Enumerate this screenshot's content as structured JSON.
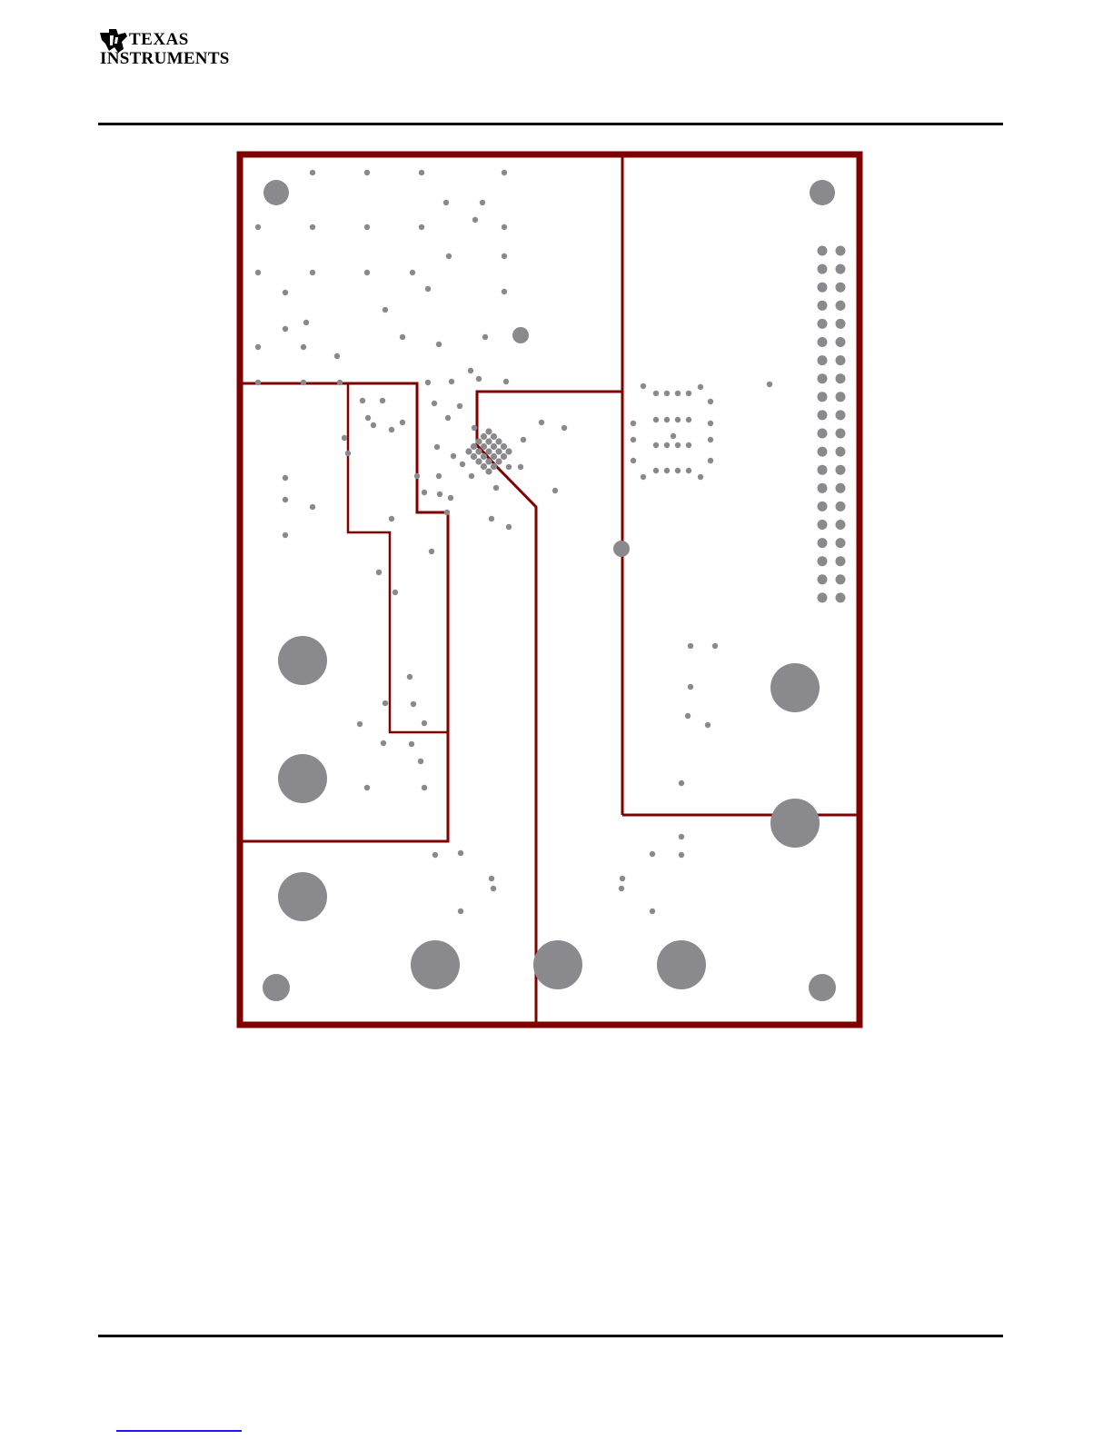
{
  "header": {
    "logo_line1": "Texas",
    "logo_line2": "Instruments",
    "logo_word1": "TEXAS",
    "logo_word2": "INSTRUMENTS"
  },
  "figure": {
    "kind": "pcb-layer-drawing",
    "colors": {
      "outline": "#800000",
      "pad": "#8a898e",
      "background": "#ffffff"
    }
  },
  "footer": {
    "link_text": ""
  }
}
